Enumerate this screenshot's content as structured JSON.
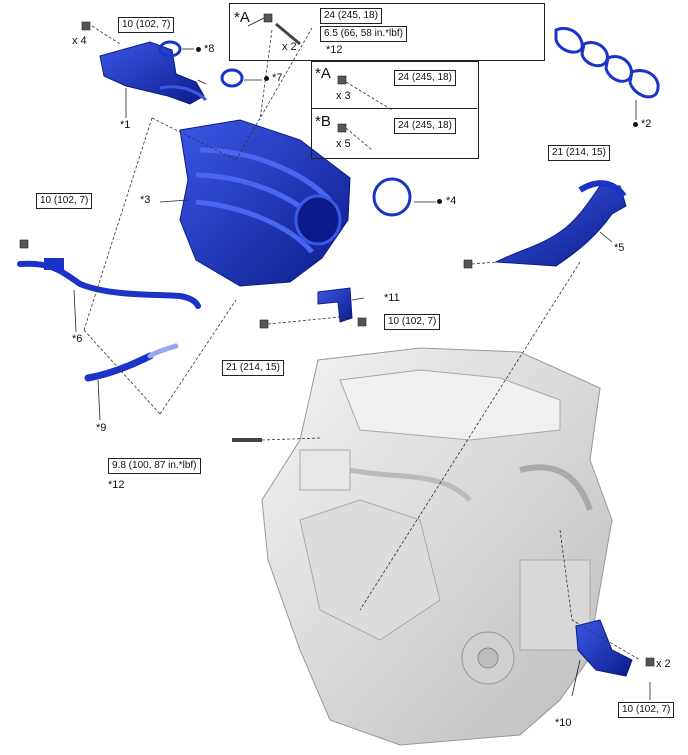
{
  "legend": {
    "A_head": "*A",
    "A_torque_bolt": "24 (245, 18)",
    "A_torque_stud": "6.5 (66, 58 in.*lbf)",
    "A_qty": "x 2",
    "A_ref": "*12",
    "A2_head": "*A",
    "A2_torque": "24 (245, 18)",
    "A2_qty": "x 3",
    "B_head": "*B",
    "B_torque": "24 (245, 18)",
    "B_qty": "x 5"
  },
  "parts": {
    "p1": "*1",
    "p2": "*2",
    "p3": "*3",
    "p4": "*4",
    "p5": "*5",
    "p6": "*6",
    "p7": "*7",
    "p8": "*8",
    "p9": "*9",
    "p10": "*10",
    "p11": "*11",
    "p12": "*12"
  },
  "torques": {
    "t_top_left": "10 (102, 7)",
    "t_top_left_qty": "x 4",
    "t_left": "10 (102, 7)",
    "t_right_top": "21 (214, 15)",
    "t_mid_bolt": "10 (102, 7)",
    "t_mid_left": "21 (214, 15)",
    "t_stud": "9.8 (100, 87 in.*lbf)",
    "t_bottom_right": "10 (102, 7)",
    "t_bottom_right_qty": "x 2"
  },
  "colors": {
    "part_blue": "#1a33c8",
    "part_dark": "#0b1c8a",
    "engine_gray": "#e3e3e3",
    "line": "#222222"
  }
}
